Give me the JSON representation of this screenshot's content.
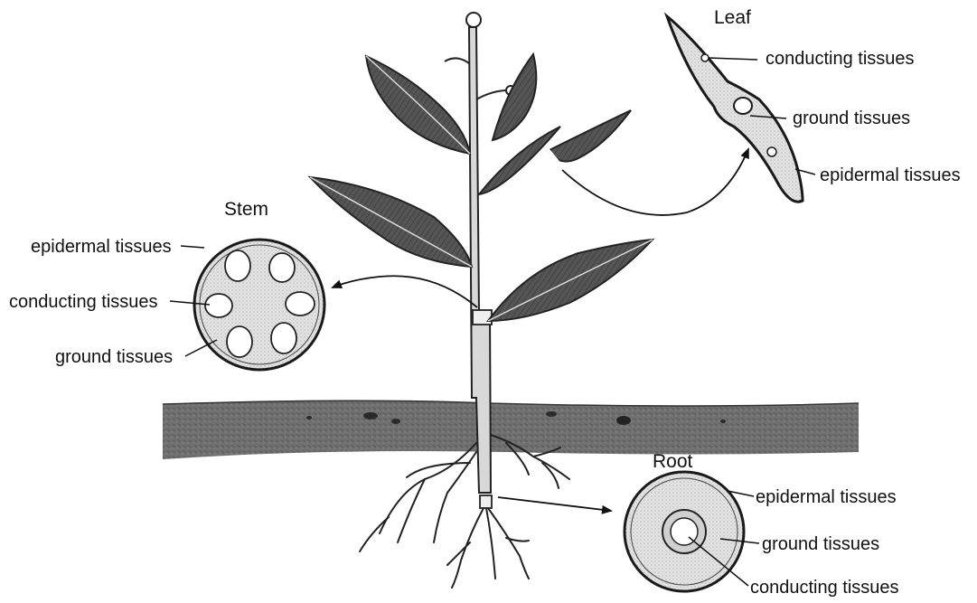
{
  "diagram": {
    "stem": {
      "title": "Stem",
      "labels": {
        "epidermal": "epidermal tissues",
        "conducting": "conducting tissues",
        "ground": "ground tissues"
      }
    },
    "leaf": {
      "title": "Leaf",
      "labels": {
        "conducting": "conducting tissues",
        "ground": "ground tissues",
        "epidermal": "epidermal tissues"
      }
    },
    "root": {
      "title": "Root",
      "labels": {
        "epidermal": "epidermal tissues",
        "ground": "ground tissues",
        "conducting": "conducting tissues"
      }
    }
  },
  "colors": {
    "leaf_fill": "#4a4a4a",
    "soil_fill": "#6e6e6e",
    "tissue_fill": "#dcdcdc",
    "outline": "#1a1a1a"
  }
}
